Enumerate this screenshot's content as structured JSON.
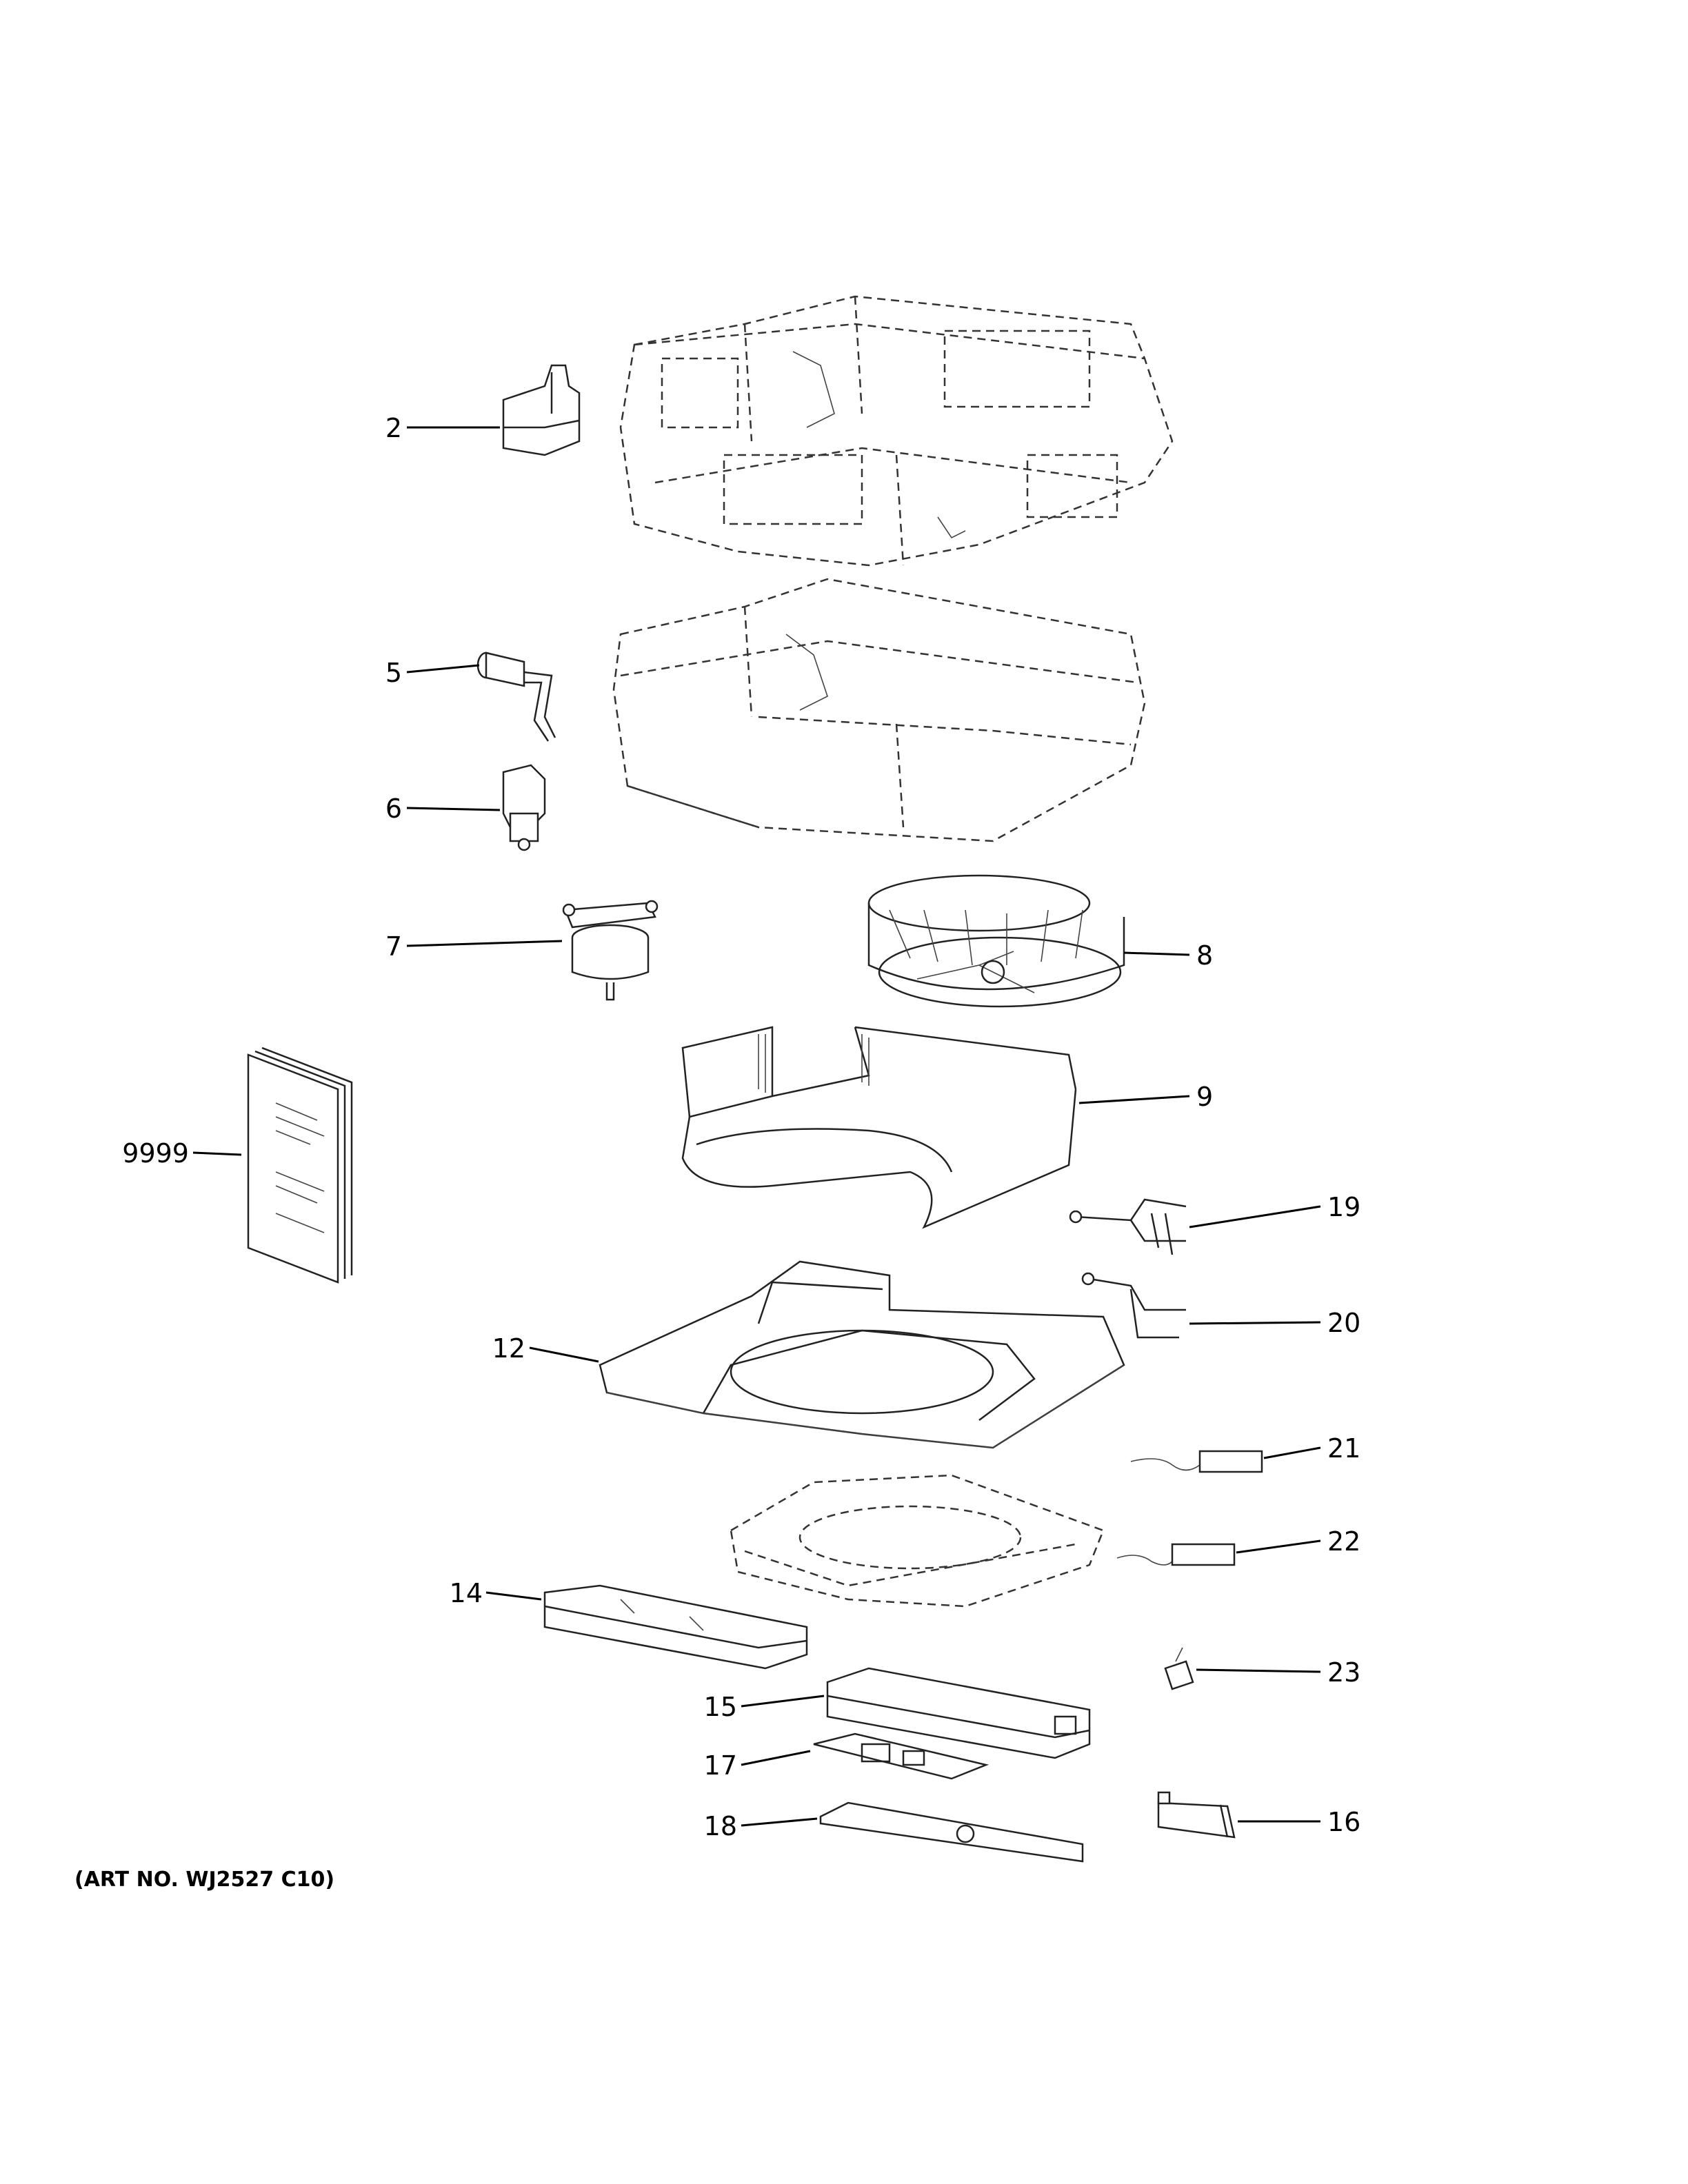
{
  "callouts": [
    {
      "id": "2",
      "label": "2"
    },
    {
      "id": "5",
      "label": "5"
    },
    {
      "id": "6",
      "label": "6"
    },
    {
      "id": "7",
      "label": "7"
    },
    {
      "id": "8",
      "label": "8"
    },
    {
      "id": "9",
      "label": "9"
    },
    {
      "id": "9999",
      "label": "9999"
    },
    {
      "id": "19",
      "label": "19"
    },
    {
      "id": "20",
      "label": "20"
    },
    {
      "id": "12",
      "label": "12"
    },
    {
      "id": "21",
      "label": "21"
    },
    {
      "id": "22",
      "label": "22"
    },
    {
      "id": "14",
      "label": "14"
    },
    {
      "id": "23",
      "label": "23"
    },
    {
      "id": "15",
      "label": "15"
    },
    {
      "id": "17",
      "label": "17"
    },
    {
      "id": "18",
      "label": "18"
    },
    {
      "id": "16",
      "label": "16"
    }
  ],
  "art_number": "(ART NO. WJ2527 C10)"
}
